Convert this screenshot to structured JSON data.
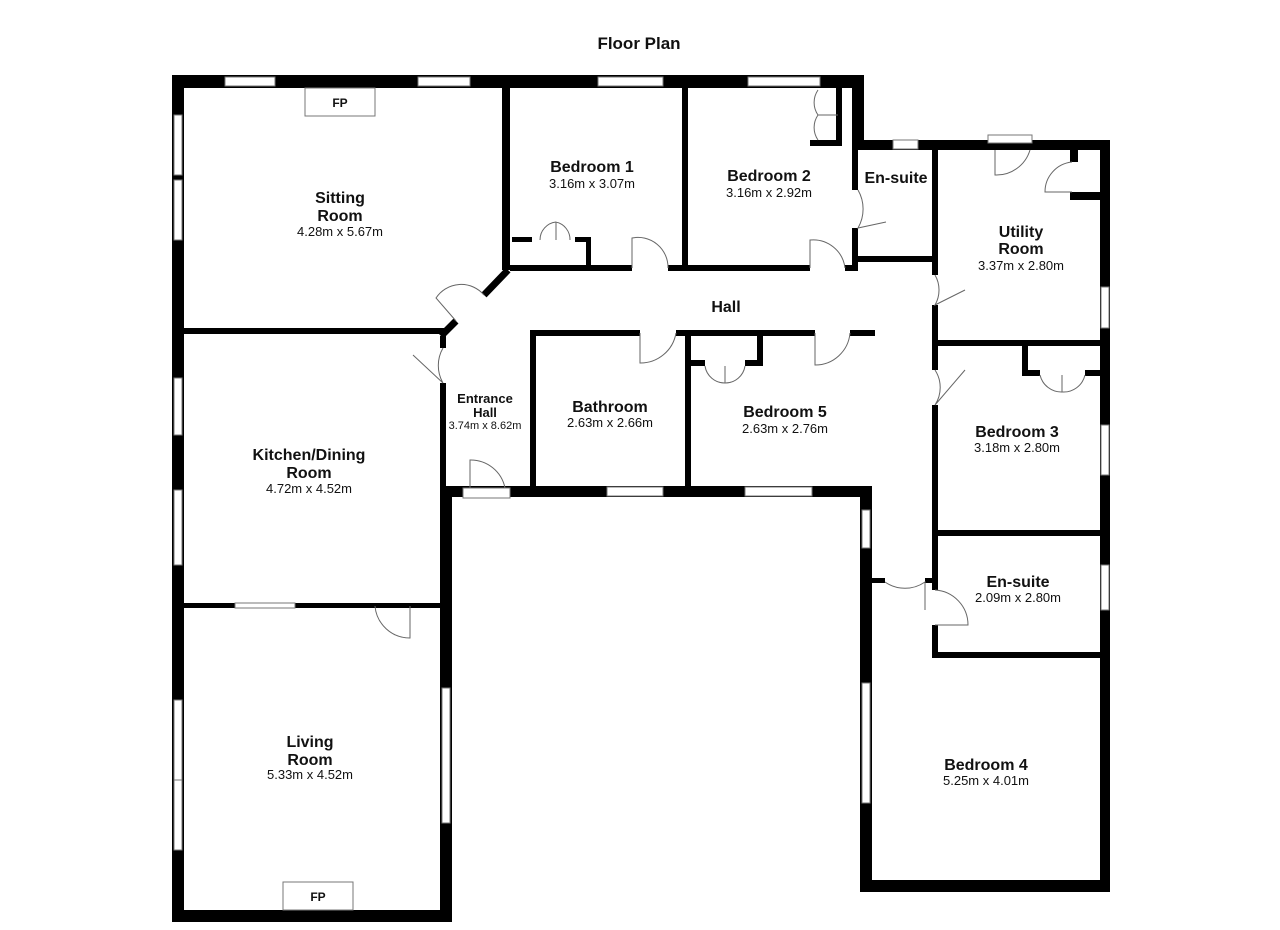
{
  "title": "Floor Plan",
  "rooms": {
    "sitting": {
      "name1": "Sitting",
      "name2": "Room",
      "dims": "4.28m x 5.67m"
    },
    "bedroom1": {
      "name": "Bedroom 1",
      "dims": "3.16m x 3.07m"
    },
    "bedroom2": {
      "name": "Bedroom 2",
      "dims": "3.16m x 2.92m"
    },
    "ensuite1": {
      "name": "En-suite"
    },
    "utility": {
      "name1": "Utility",
      "name2": "Room",
      "dims": "3.37m x 2.80m"
    },
    "hall": {
      "name": "Hall"
    },
    "entrance": {
      "name1": "Entrance",
      "name2": "Hall",
      "dims": "3.74m x 8.62m"
    },
    "bathroom": {
      "name": "Bathroom",
      "dims": "2.63m x 2.66m"
    },
    "bedroom5": {
      "name": "Bedroom 5",
      "dims": "2.63m x 2.76m"
    },
    "kitchen": {
      "name1": "Kitchen/Dining",
      "name2": "Room",
      "dims": "4.72m x 4.52m"
    },
    "bedroom3": {
      "name": "Bedroom 3",
      "dims": "3.18m x 2.80m"
    },
    "ensuite2": {
      "name": "En-suite",
      "dims": "2.09m x 2.80m"
    },
    "living": {
      "name1": "Living",
      "name2": "Room",
      "dims": "5.33m x 4.52m"
    },
    "bedroom4": {
      "name": "Bedroom 4",
      "dims": "5.25m x 4.01m"
    }
  },
  "fireplace_label": "FP"
}
